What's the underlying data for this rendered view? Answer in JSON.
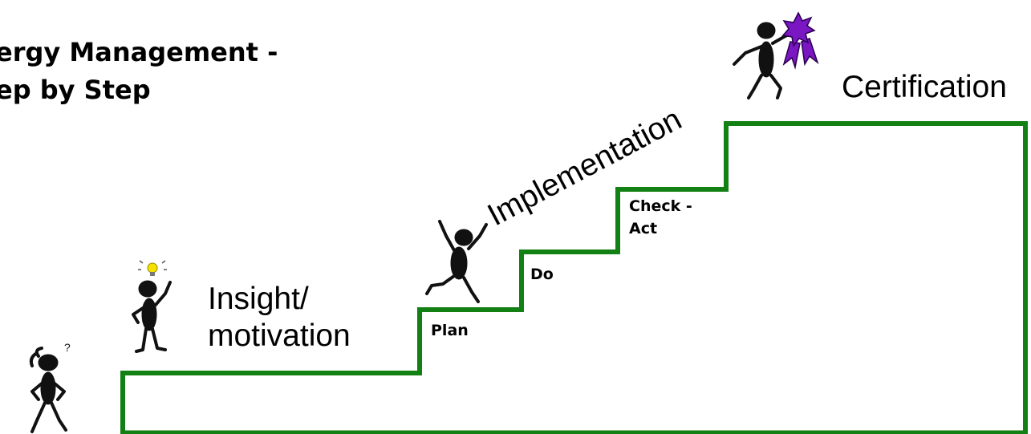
{
  "title": {
    "line1": "ergy Management  -",
    "line2": "ep by Step"
  },
  "stages": {
    "insight": "Insight/",
    "motivation": "motivation",
    "implementation": "Implementation",
    "certification": "Certification"
  },
  "steps": {
    "plan": "Plan",
    "do": "Do",
    "check": "Check -",
    "act": "Act"
  },
  "colors": {
    "stair": "#138013",
    "figure": "#111111",
    "bulb": "#f4e100",
    "rosette": "#7a16c2"
  },
  "icons": [
    "confused-person-icon",
    "idea-person-icon",
    "lightbulb-icon",
    "dancing-person-icon",
    "celebrating-person-icon",
    "rosette-icon"
  ]
}
